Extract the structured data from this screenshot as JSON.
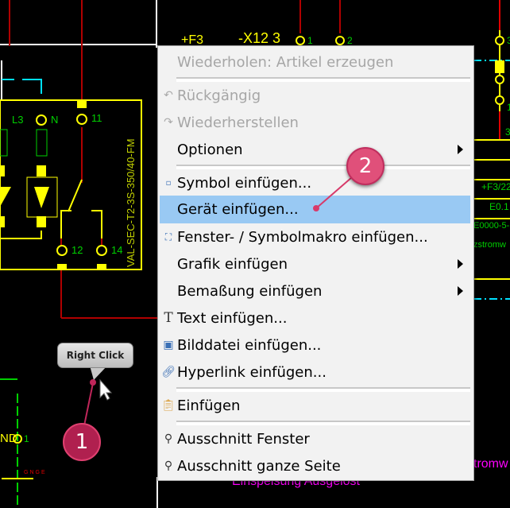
{
  "schematic": {
    "labels": {
      "l3": "L3",
      "n": "N",
      "t11": "11",
      "t12": "12",
      "t14": "14",
      "device": "VAL-SEC-T2-3S-350/40-FM",
      "f3": "+F3",
      "x12": "-X12  3",
      "p1": "1",
      "p2": "2",
      "r3a": "3",
      "r1": "1",
      "r3b": "3",
      "f322": "+F3/22",
      "e01": "E0.1",
      "e0000": "E0000-5-",
      "zstrom": "zstromw",
      "nd": "ND",
      "nd1": "1",
      "gnge": "GNGE",
      "stromw": "tromw",
      "einspeisung": "Einspeisung Ausgelöst"
    },
    "colors": {
      "wire": "#b00000",
      "symbol": "#ffff00",
      "text_green": "#00d000",
      "cyan": "#00e0ff",
      "magenta": "#ff00ff"
    }
  },
  "context_menu": {
    "items": [
      {
        "label": "Wiederholen: Artikel erzeugen",
        "disabled": true,
        "icon": ""
      },
      {
        "label": "Rückgängig",
        "disabled": true,
        "icon": "undo-icon"
      },
      {
        "label": "Wiederherstellen",
        "disabled": true,
        "icon": "redo-icon"
      },
      {
        "label": "Optionen",
        "submenu": true
      },
      {
        "label": "Symbol einfügen...",
        "icon": "symbol-icon"
      },
      {
        "label": "Gerät einfügen...",
        "highlighted": true
      },
      {
        "label": "Fenster- / Symbolmakro einfügen...",
        "icon": "macro-icon"
      },
      {
        "label": "Grafik einfügen",
        "submenu": true
      },
      {
        "label": "Bemaßung einfügen",
        "submenu": true
      },
      {
        "label": "Text einfügen...",
        "icon": "text-icon"
      },
      {
        "label": "Bilddatei einfügen...",
        "icon": "image-icon"
      },
      {
        "label": "Hyperlink einfügen...",
        "icon": "link-icon"
      },
      {
        "label": "Einfügen",
        "icon": "paste-icon"
      },
      {
        "label": "Ausschnitt Fenster",
        "icon": "zoom-window-icon"
      },
      {
        "label": "Ausschnitt ganze Seite",
        "icon": "zoom-page-icon"
      }
    ],
    "highlight_color": "#99c9f3"
  },
  "annotations": {
    "callout": "Right Click",
    "step1": "1",
    "step2": "2",
    "badge_color": "#c0265a"
  }
}
